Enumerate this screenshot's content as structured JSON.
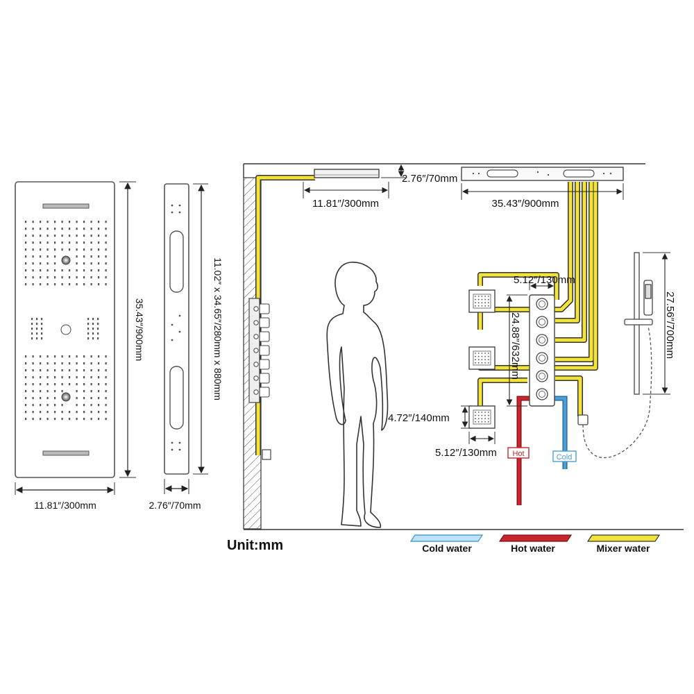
{
  "panel_front": {
    "height_label": "35.43″/900mm",
    "width_label": "11.81″/300mm"
  },
  "panel_side": {
    "height_label": "11.02″ x 34.65″/280mm x 880mm",
    "width_label": "2.76″/70mm"
  },
  "ceiling": {
    "small_head_height": "2.76″/70mm",
    "small_head_width": "11.81″/300mm",
    "big_head_width": "35.43″/900mm"
  },
  "valve": {
    "width": "5.12″/130mm",
    "height": "24.88″/632mm"
  },
  "body_jets": {
    "height": "4.72″/140mm",
    "width": "5.12″/130mm"
  },
  "hand_shower": {
    "height": "27.56″/700mm"
  },
  "supply": {
    "hot": "Hot",
    "cold": "Cold"
  },
  "unit_label": "Unit:mm",
  "legend": {
    "cold": "Cold water",
    "hot": "Hot water",
    "mixer": "Mixer water"
  },
  "colors": {
    "cold": "#4a9fd6",
    "cold_fill": "#bfe2f6",
    "hot": "#c9252d",
    "mixer": "#f2e33a",
    "outline": "#333333"
  }
}
